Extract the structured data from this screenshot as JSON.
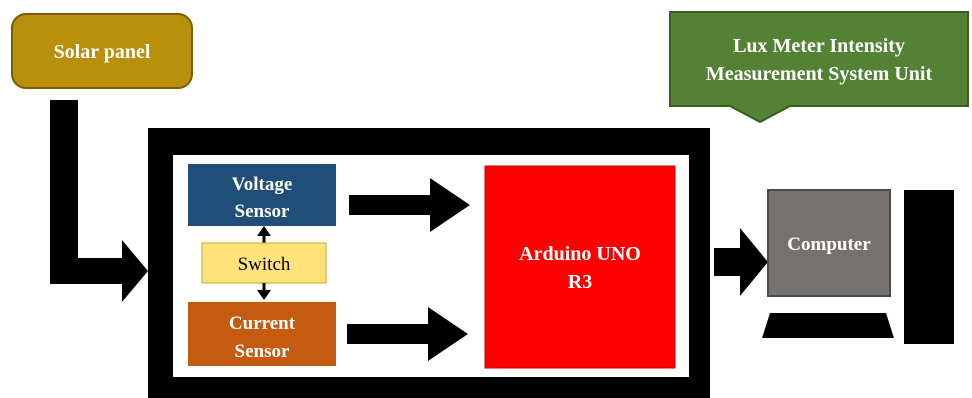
{
  "diagram": {
    "solar_panel": {
      "label": "Solar panel",
      "fill": "#b8900b",
      "stroke": "#7a5e06"
    },
    "callout": {
      "line1": "Lux Meter Intensity",
      "line2": "Measurement System Unit",
      "fill": "#548235",
      "stroke": "#3c5e26"
    },
    "voltage_sensor": {
      "line1": "Voltage",
      "line2": "Sensor",
      "fill": "#1f4e79"
    },
    "switch": {
      "label": "Switch",
      "fill": "#ffe37a"
    },
    "current_sensor": {
      "line1": "Current",
      "line2": "Sensor",
      "fill": "#c55a11"
    },
    "arduino": {
      "line1": "Arduino UNO",
      "line2": "R3",
      "fill": "#ff0000"
    },
    "computer": {
      "label": "Computer",
      "fill": "#767171"
    },
    "colors": {
      "enclosure": "#000000",
      "arrows": "#000000",
      "text_light": "#ffffff",
      "text_dark": "#000000"
    }
  }
}
